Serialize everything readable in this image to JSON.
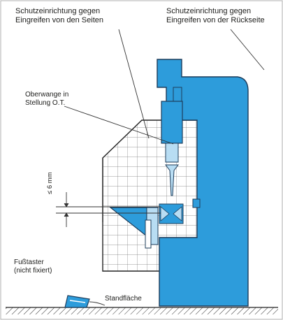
{
  "labels": {
    "side_guard": "Schutzeinrichtung gegen\nEingreifen von den Seiten",
    "rear_guard": "Schutzeinrichtung gegen\nEingreifen von der Rückseite",
    "upper_beam": "Oberwange in\nStellung O.T.",
    "gap": "≤ 6 mm",
    "foot_switch": "Fußtaster\n(nicht fixiert)",
    "floor": "Standfläche"
  },
  "colors": {
    "machine_blue": "#2d9cdb",
    "tool_light": "#b8ddf3",
    "outline": "#1d3c5a",
    "grid": "#6b6b6b"
  }
}
